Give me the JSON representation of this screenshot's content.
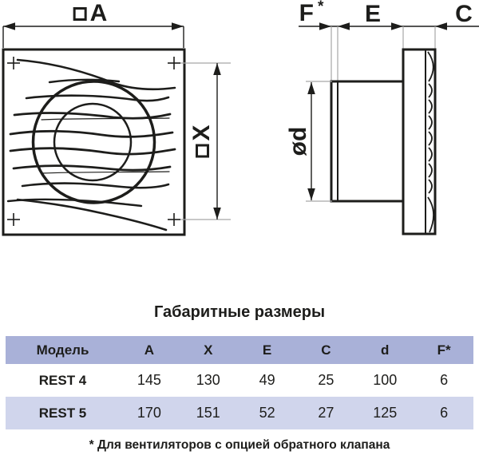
{
  "drawing": {
    "front_view": {
      "dim_a": {
        "symbol_icon": "square",
        "text": "A"
      },
      "dim_x": {
        "symbol_icon": "square",
        "text": "X"
      }
    },
    "side_view": {
      "dim_f": {
        "text": "F",
        "sup": "*"
      },
      "dim_e": {
        "text": "E"
      },
      "dim_c": {
        "text": "C"
      },
      "dim_d": {
        "text": "ød"
      }
    }
  },
  "table": {
    "title": "Габаритные размеры",
    "columns": [
      "Модель",
      "A",
      "X",
      "E",
      "C",
      "d",
      "F*"
    ],
    "rows": [
      {
        "model": "REST 4",
        "values": [
          "145",
          "130",
          "49",
          "25",
          "100",
          "6"
        ]
      },
      {
        "model": "REST 5",
        "values": [
          "170",
          "151",
          "52",
          "27",
          "125",
          "6"
        ]
      }
    ],
    "footnote": "* Для вентиляторов с опцией обратного клапана"
  },
  "colors": {
    "line": "#1d1d1b",
    "ext_line": "#a6a6a6",
    "header_bg": "#a9b1d8",
    "row_alt_bg": "#d0d5ec"
  }
}
